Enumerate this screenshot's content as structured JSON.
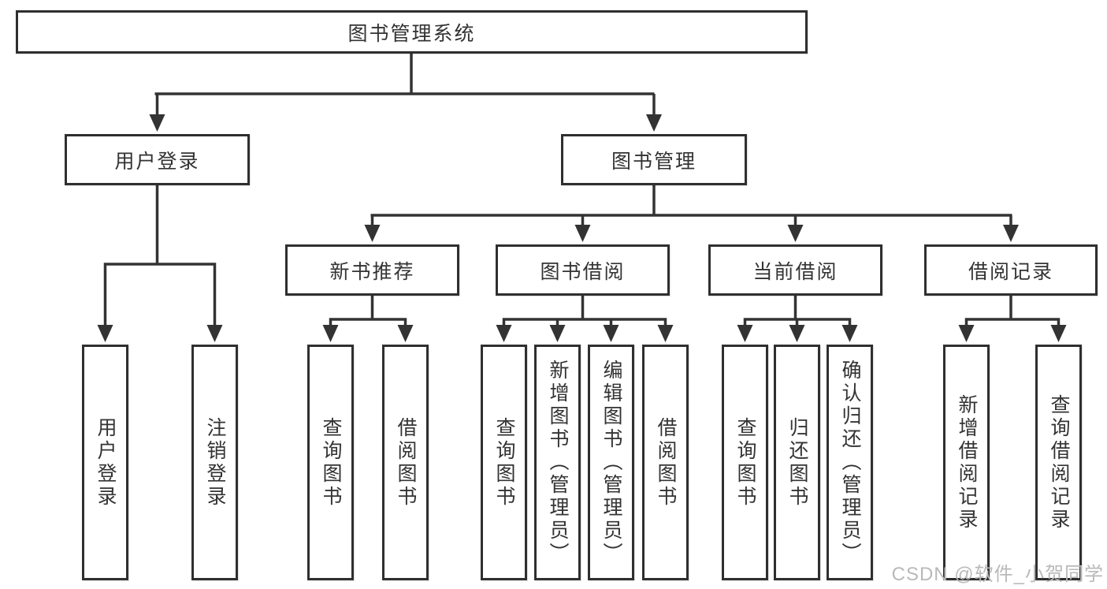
{
  "diagram": {
    "root": {
      "label": "图书管理系统"
    },
    "user_login": {
      "label": "用户登录",
      "leaves": [
        {
          "label": "用户登录"
        },
        {
          "label": "注销登录"
        }
      ]
    },
    "book_mgmt": {
      "label": "图书管理",
      "sections": [
        {
          "label": "新书推荐",
          "leaves": [
            {
              "label": "查询图书"
            },
            {
              "label": "借阅图书"
            }
          ]
        },
        {
          "label": "图书借阅",
          "leaves": [
            {
              "label": "查询图书"
            },
            {
              "label": "新增图书（管理员）"
            },
            {
              "label": "编辑图书（管理员）"
            },
            {
              "label": "借阅图书"
            }
          ]
        },
        {
          "label": "当前借阅",
          "leaves": [
            {
              "label": "查询图书"
            },
            {
              "label": "归还图书"
            },
            {
              "label": "确认归还（管理员）"
            }
          ]
        },
        {
          "label": "借阅记录",
          "leaves": [
            {
              "label": "新增借阅记录"
            },
            {
              "label": "查询借阅记录"
            }
          ]
        }
      ]
    }
  },
  "watermark": {
    "text": "CSDN @软件_小贺同学"
  },
  "colors": {
    "line": "#333333",
    "box_border": "#2f2f2f",
    "text": "#333333",
    "watermark": "#b9b9b9",
    "background": "#ffffff"
  }
}
